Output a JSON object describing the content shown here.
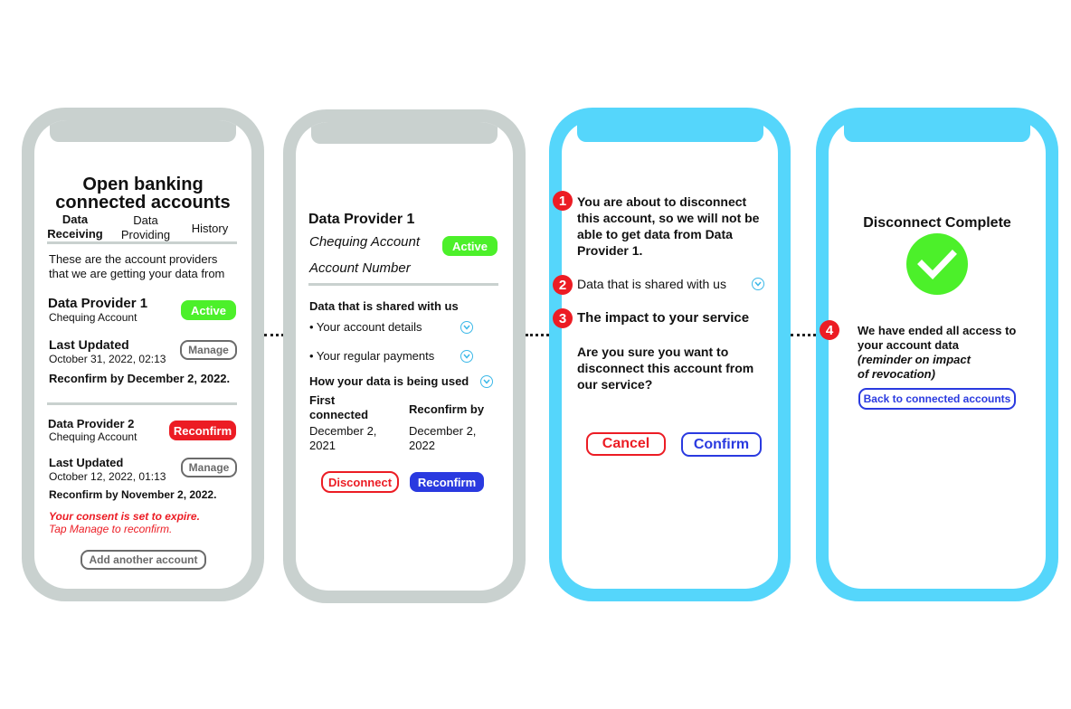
{
  "screen1": {
    "title": "Open banking connected accounts",
    "tabs": [
      {
        "label": "Data Receiving"
      },
      {
        "label": "Data Providing"
      },
      {
        "label": "History"
      }
    ],
    "intro": "These are the account providers that we are getting your data from",
    "provider1": {
      "name": "Data Provider 1",
      "account": "Chequing Account",
      "status": "Active",
      "last_updated_label": "Last Updated",
      "last_updated": "October 31, 2022, 02:13",
      "manage": "Manage",
      "reconfirm_by": "Reconfirm by December 2, 2022."
    },
    "provider2": {
      "name": "Data Provider 2",
      "account": "Chequing Account",
      "status": "Reconfirm",
      "last_updated_label": "Last Updated",
      "last_updated": "October 12, 2022, 01:13",
      "manage": "Manage",
      "reconfirm_by": "Reconfirm by November 2, 2022.",
      "warning_line1": "Your consent is set to expire.",
      "warning_line2": "Tap Manage to reconfirm."
    },
    "add_account": "Add another account"
  },
  "screen2": {
    "provider_name": "Data Provider 1",
    "account_type": "Chequing Account",
    "status": "Active",
    "account_number_label": "Account Number",
    "shared_heading": "Data that is shared with us",
    "shared_items": [
      "• Your account details",
      "• Your regular payments"
    ],
    "usage_heading": "How your data is being used",
    "first_connected_label": "First connected",
    "first_connected_value": "December 2, 2021",
    "reconfirm_label": "Reconfirm by",
    "reconfirm_value": "December 2, 2022",
    "disconnect": "Disconnect",
    "reconfirm": "Reconfirm"
  },
  "screen3": {
    "step1_num": "1",
    "step1_text": "You are about to disconnect this account, so we will not be able to get data from Data Provider 1.",
    "step2_num": "2",
    "step2_text": "Data that is shared with us",
    "step3_num": "3",
    "step3_text": "The impact to your service",
    "question": "Are you sure you want to disconnect this account from our service?",
    "cancel": "Cancel",
    "confirm": "Confirm"
  },
  "screen4": {
    "title": "Disconnect Complete",
    "step4_num": "4",
    "message": "We have ended all access to your account data",
    "reminder": "(reminder on impact of revocation)",
    "back_button": "Back to connected accounts"
  },
  "colors": {
    "phone_gray": "#c9d1cf",
    "phone_blue": "#55d6fb",
    "active_green": "#4cf02a",
    "alert_red": "#ec1c24",
    "action_blue": "#2a3ae0",
    "chevron_blue": "#3bb8e8"
  },
  "icons": [
    "chevron-down-circle-icon",
    "check-circle-icon"
  ]
}
